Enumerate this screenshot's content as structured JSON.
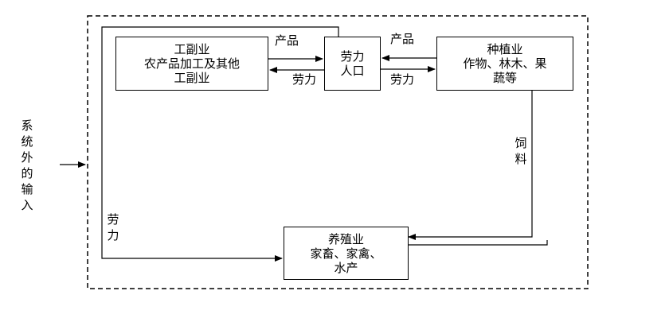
{
  "boxes": {
    "sideline": {
      "lines": [
        "工副业",
        "农产品加工及其他",
        "工副业"
      ]
    },
    "labor": {
      "lines": [
        "劳力",
        "人口"
      ]
    },
    "planting": {
      "lines": [
        "种植业",
        "作物、林木、果",
        "蔬等"
      ]
    },
    "breeding": {
      "lines": [
        "养殖业",
        "家畜、家禽、",
        "水产"
      ]
    }
  },
  "labels": {
    "products_left": "产品",
    "labor_left": "劳力",
    "products_right": "产品",
    "labor_right": "劳力",
    "feed": [
      "饲",
      "料"
    ],
    "labor_down": [
      "劳",
      "力"
    ],
    "external_input": [
      "系",
      "统",
      "外",
      "的",
      "输",
      "入"
    ]
  }
}
